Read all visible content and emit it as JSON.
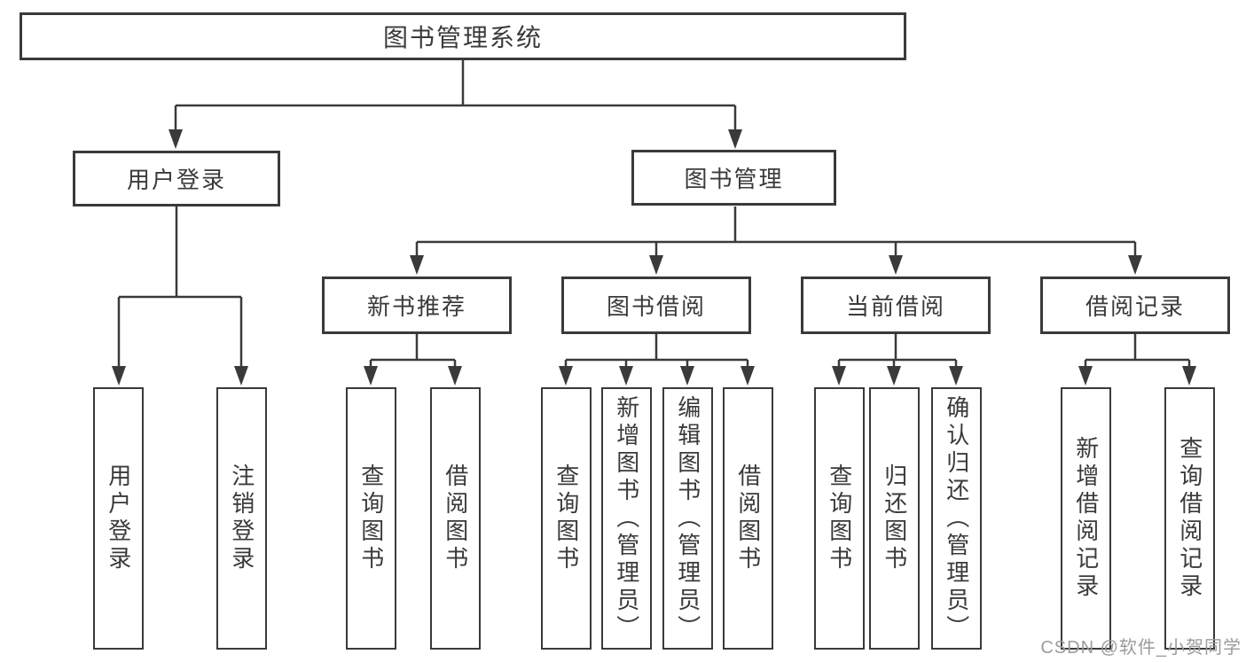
{
  "diagram_title": "图书管理系统",
  "colors": {
    "line": "#3a3a3a",
    "box_border": "#3a3a3a",
    "text": "#3a3a3a",
    "background": "#ffffff",
    "watermark": "#9b9b9b"
  },
  "watermark": {
    "text": "CSDN @软件_小贺同学"
  },
  "tree": {
    "root": "图书管理系统",
    "children": [
      {
        "label": "用户登录",
        "children": [
          "用户登录",
          "注销登录"
        ]
      },
      {
        "label": "图书管理",
        "children": [
          {
            "label": "新书推荐",
            "children": [
              "查询图书",
              "借阅图书"
            ]
          },
          {
            "label": "图书借阅",
            "children": [
              "查询图书",
              "新增图书（管理员）",
              "编辑图书（管理员）",
              "借阅图书"
            ]
          },
          {
            "label": "当前借阅",
            "children": [
              "查询图书",
              "归还图书",
              "确认归还（管理员）"
            ]
          },
          {
            "label": "借阅记录",
            "children": [
              "新增借阅记录",
              "查询借阅记录"
            ]
          }
        ]
      }
    ]
  }
}
